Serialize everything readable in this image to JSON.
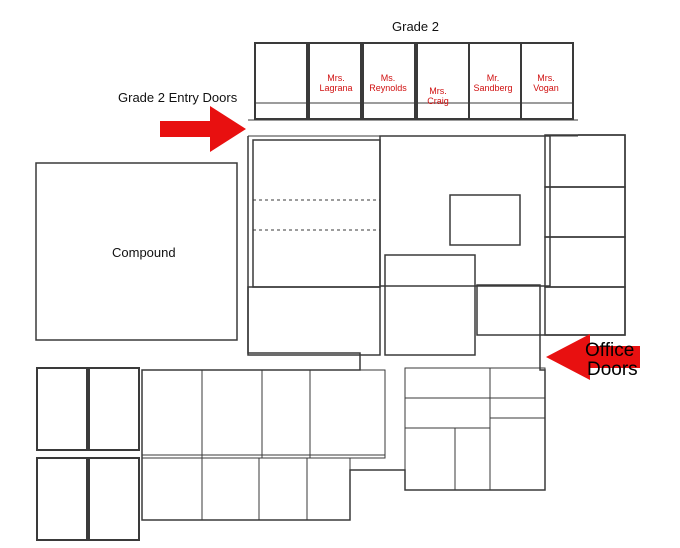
{
  "labels": {
    "grade2_title": "Grade 2",
    "grade2_entry": "Grade 2 Entry Doors",
    "compound": "Compound",
    "office_doors_line1": "Office",
    "office_doors_line2": "Doors"
  },
  "teachers": [
    {
      "name": "Mrs.\nLagrana"
    },
    {
      "name": "Ms.\nReynolds"
    },
    {
      "name": "Mrs.\nCraig"
    },
    {
      "name": "Mr.\nSandberg"
    },
    {
      "name": "Mrs.\nVogan"
    }
  ],
  "colors": {
    "arrow": "#e81010",
    "teacher_text": "#d01010",
    "line": "#3a3a3a"
  }
}
